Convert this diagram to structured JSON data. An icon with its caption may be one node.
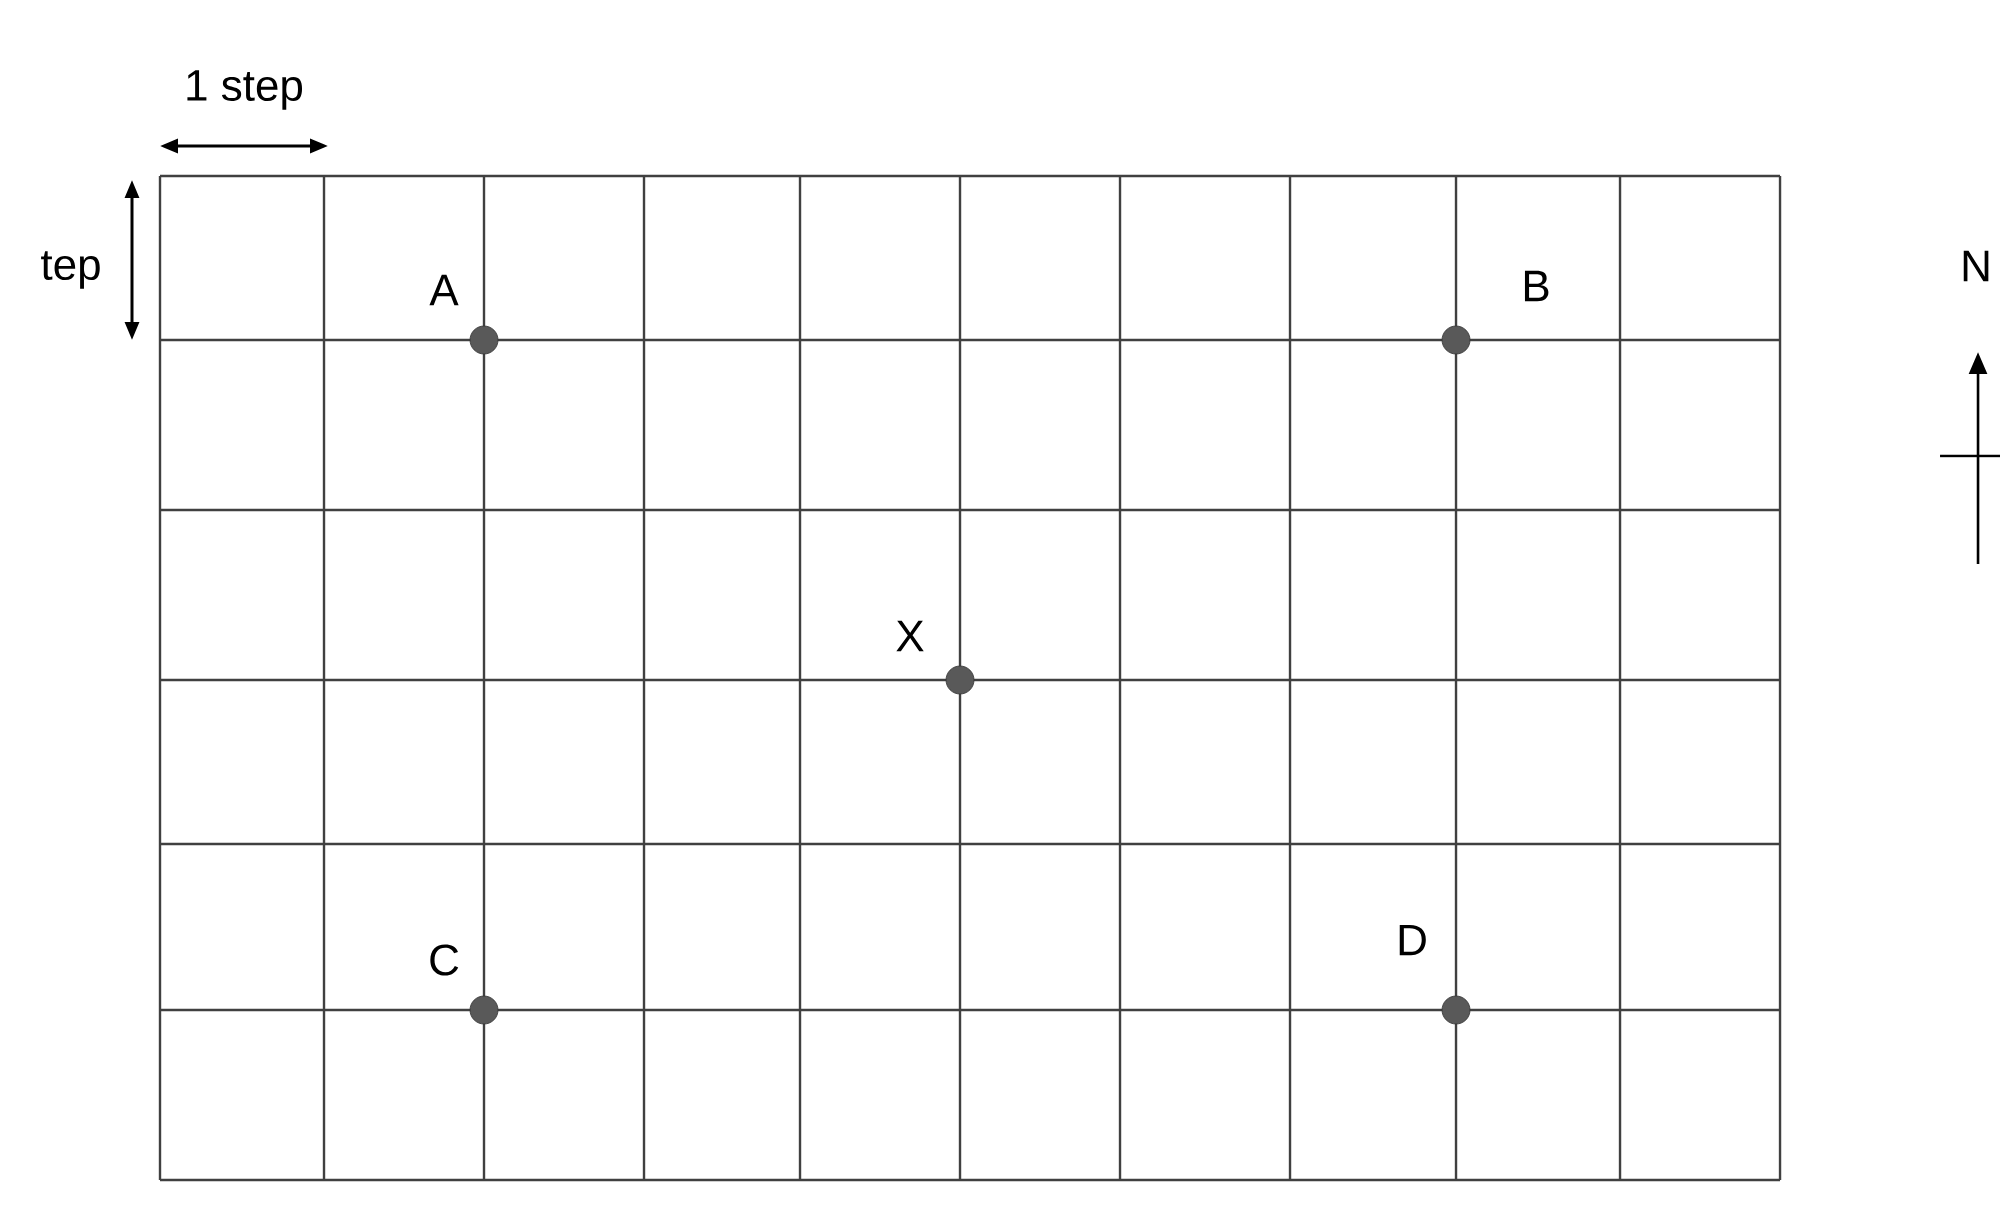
{
  "diagram": {
    "nodes": [
      {
        "text": [],
        "shape": "circle",
        "beside": [
          "A"
        ]
      },
      {
        "text": [],
        "shape": "circle",
        "beside": [
          "B"
        ]
      },
      {
        "text": [],
        "shape": "circle",
        "beside": [
          "X"
        ]
      },
      {
        "text": [],
        "shape": "circle",
        "beside": [
          "C"
        ]
      },
      {
        "text": [],
        "shape": "circle",
        "beside": [
          "D"
        ]
      }
    ],
    "labels": [
      "1 step",
      "tep",
      "N"
    ]
  }
}
